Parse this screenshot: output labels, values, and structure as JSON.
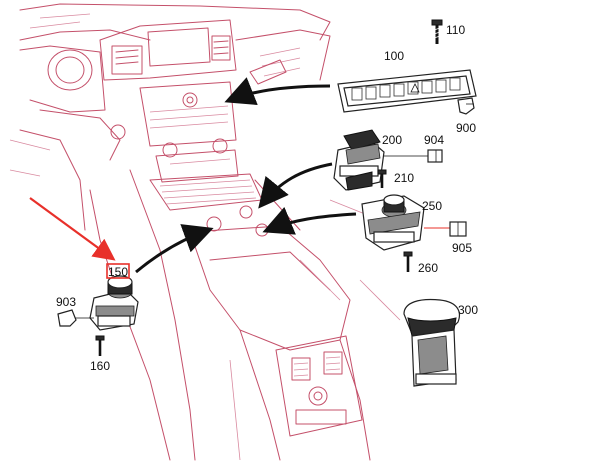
{
  "colors": {
    "vehicle_line": "#c4506a",
    "callout_arrow": "#e8302a",
    "part_line": "#222222"
  },
  "labels": {
    "p100": "100",
    "p110": "110",
    "p900": "900",
    "p200": "200",
    "p904": "904",
    "p210": "210",
    "p250": "250",
    "p905": "905",
    "p260": "260",
    "p300": "300",
    "p150": "150",
    "p903": "903",
    "p160": "160"
  }
}
